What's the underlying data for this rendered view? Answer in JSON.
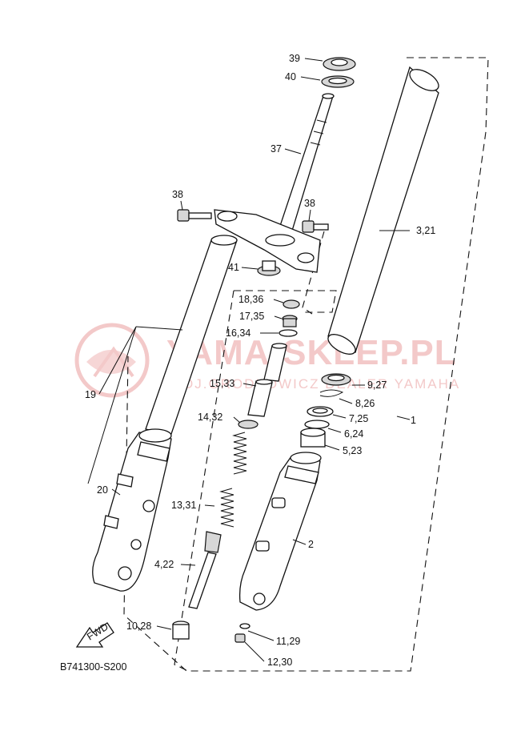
{
  "watermark": {
    "main": "YAMA-SKLEP.PL",
    "sub": "WOJ.GRODKOWICZ DEALER YAMAHA"
  },
  "fwd_label": "FWD",
  "diagram_code": "B741300-S200",
  "callouts": {
    "c39": "39",
    "c40": "40",
    "c37": "37",
    "c38a": "38",
    "c38b": "38",
    "c41": "41",
    "c3_21": "3,21",
    "c18_36": "18,36",
    "c17_35": "17,35",
    "c16_34": "16,34",
    "c15_33": "15,33",
    "c14_32": "14,32",
    "c13_31": "13,31",
    "c4_22": "4,22",
    "c10_28": "10,28",
    "c9_27": "9,27",
    "c8_26": "8,26",
    "c7_25": "7,25",
    "c6_24": "6,24",
    "c5_23": "5,23",
    "c1": "1",
    "c2": "2",
    "c19": "19",
    "c20": "20",
    "c11_29": "11,29",
    "c12_30": "12,30"
  },
  "colors": {
    "line": "#111111",
    "watermark": "#f3c9c9"
  }
}
